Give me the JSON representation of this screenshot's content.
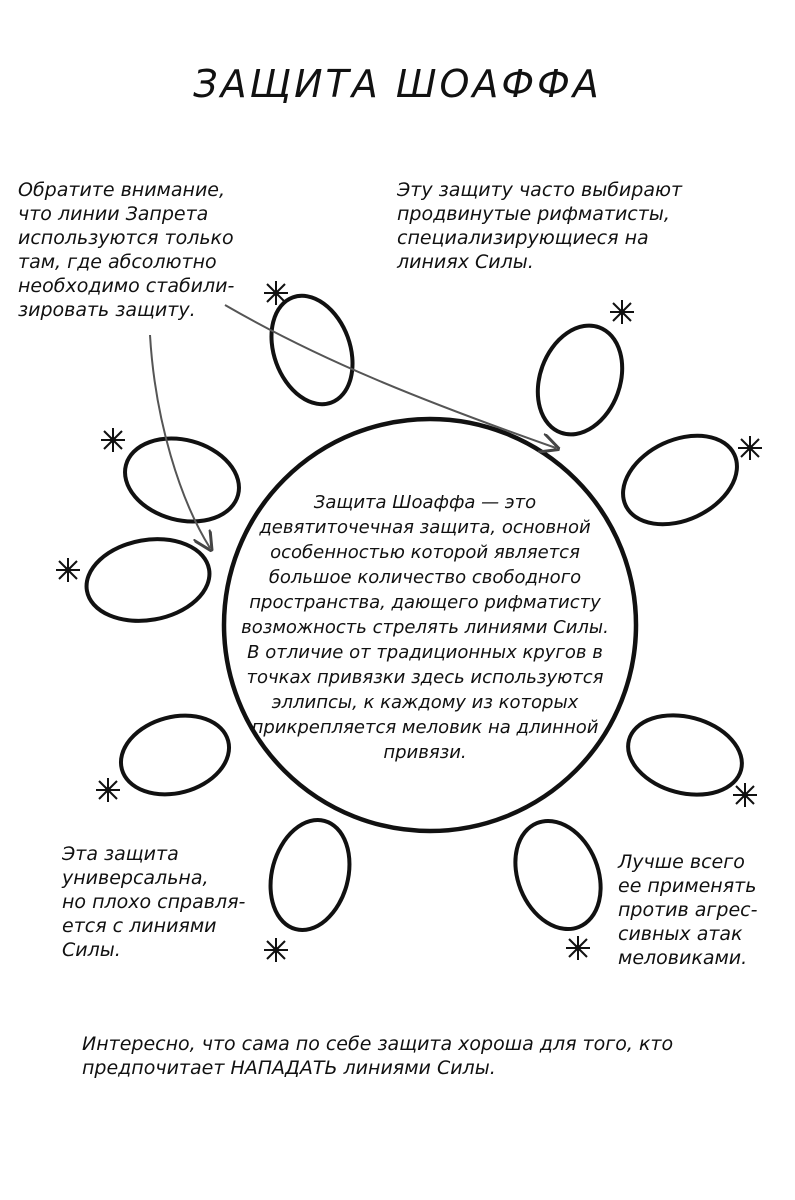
{
  "title": "ЗАЩИТА ШОАФФА",
  "notes": {
    "top_left": [
      "Обратите внимание,",
      "что линии Запрета",
      "используются только",
      "там, где абсолютно",
      "необходимо стабили-",
      "зировать защиту."
    ],
    "top_right": [
      "Эту защиту часто выбирают",
      "продвинутые рифматисты,",
      "специализирующиеся на",
      "линиях Силы."
    ],
    "center": [
      "Защита Шоаффа — это",
      "девятиточечная защита, основной",
      "особенностью которой является",
      "большое количество свободного",
      "пространства, дающего рифматисту",
      "возможность стрелять линиями Силы.",
      "В отличие от традиционных кругов в",
      "точках привязки здесь используются",
      "эллипсы, к каждому из которых",
      "прикрепляется меловик на длинной",
      "привязи."
    ],
    "bottom_left": [
      "Эта защита",
      "универсальна,",
      "но плохо справля-",
      "ется с линиями",
      "Силы."
    ],
    "bottom_right": [
      "Лучше всего",
      "ее применять",
      "против агрес-",
      "сивных атак",
      "меловиками."
    ],
    "bottom": [
      "Интересно, что сама по себе защита хороша для того, кто",
      "предпочитает НАПАДАТЬ линиями Силы."
    ]
  },
  "diagram": {
    "main_circle": "main-circle",
    "ellipse_count": 9,
    "chalkling_icon": "star-burst-icon"
  }
}
